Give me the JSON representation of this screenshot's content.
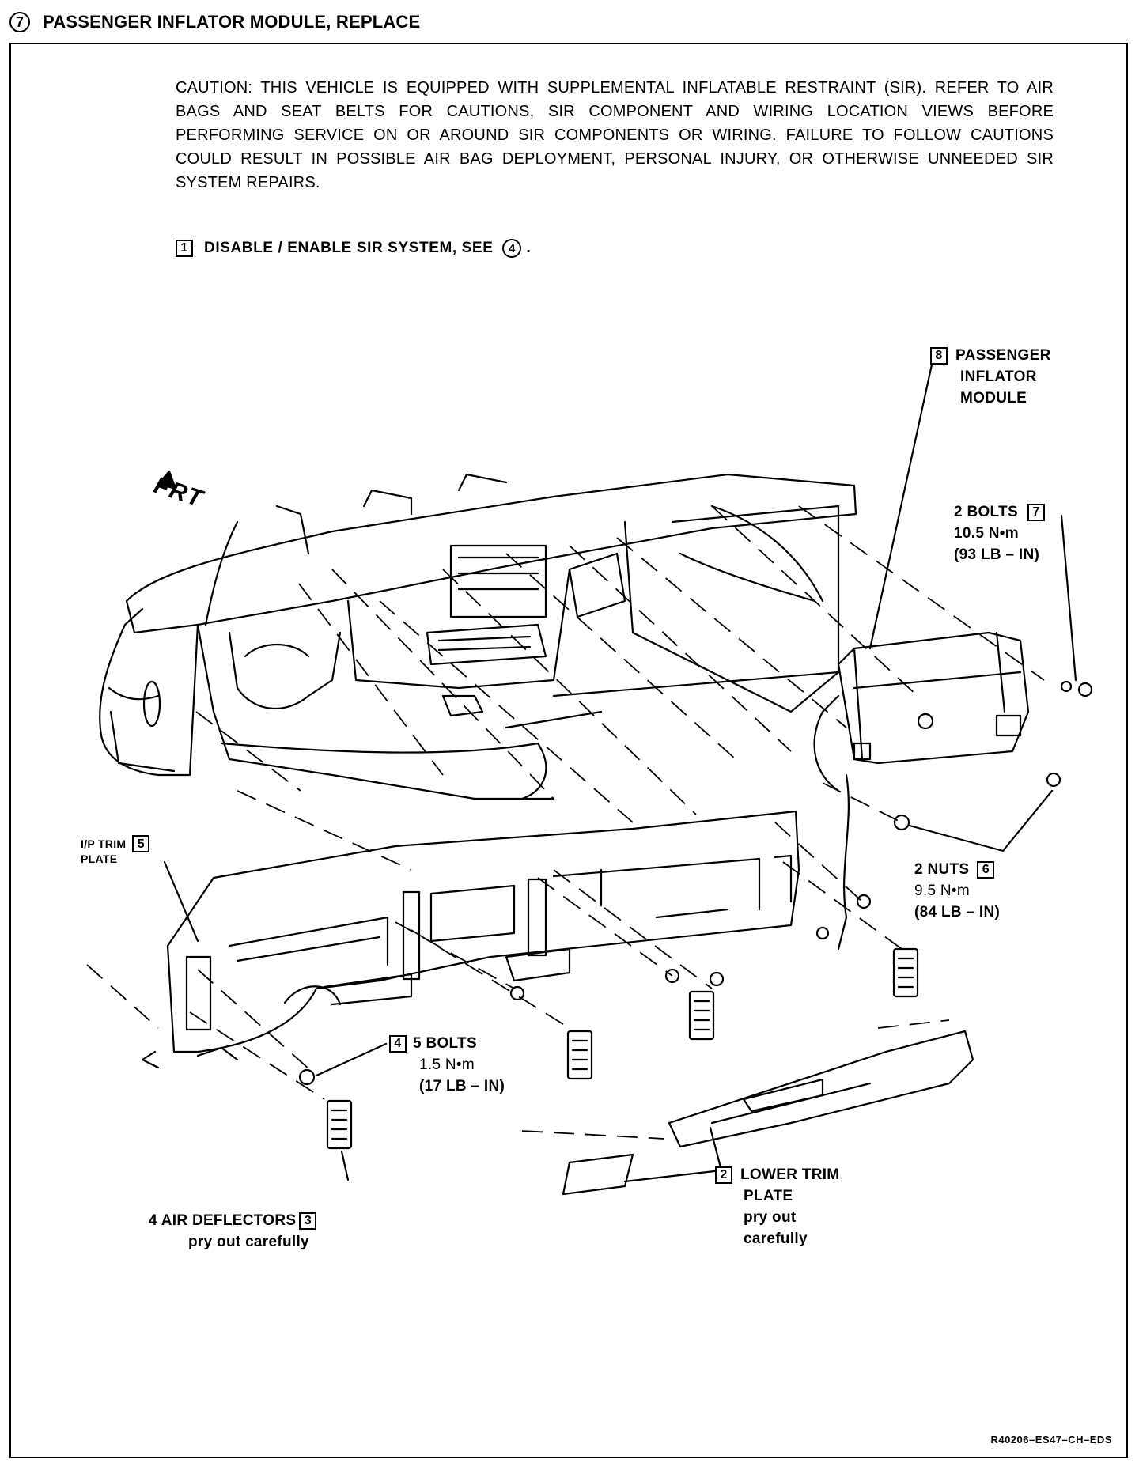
{
  "header": {
    "step_number": "7",
    "title": "PASSENGER INFLATOR MODULE, REPLACE"
  },
  "caution": "CAUTION: THIS VEHICLE IS EQUIPPED WITH SUPPLEMENTAL INFLATABLE RESTRAINT (SIR). REFER TO AIR BAGS AND SEAT BELTS FOR CAUTIONS, SIR COMPONENT AND WIRING LOCATION VIEWS BEFORE PERFORMING SERVICE ON OR AROUND SIR COMPONENTS OR WIRING. FAILURE TO FOLLOW CAUTIONS COULD RESULT IN POSSIBLE AIR BAG DEPLOYMENT, PERSONAL INJURY, OR OTHERWISE UNNEEDED SIR SYSTEM REPAIRS.",
  "step1": {
    "number": "1",
    "text": "DISABLE / ENABLE SIR SYSTEM, SEE",
    "ref": "4",
    "end": "."
  },
  "frt_label": "FRT",
  "callouts": {
    "module": {
      "number": "8",
      "line1": "PASSENGER",
      "line2": "INFLATOR",
      "line3": "MODULE"
    },
    "bolts2": {
      "number": "7",
      "line1": "2 BOLTS",
      "line2": "10.5 N•m",
      "line3": "(93 LB – IN)"
    },
    "nuts": {
      "number": "6",
      "line1": "2 NUTS",
      "line2": "9.5 N•m",
      "line3": "(84 LB – IN)"
    },
    "trim_plate": {
      "number": "5",
      "line1": "I/P TRIM",
      "line2": "PLATE"
    },
    "bolts5": {
      "number": "4",
      "line1": "5 BOLTS",
      "line2": "1.5 N•m",
      "line3": "(17 LB – IN)"
    },
    "lower_trim": {
      "number": "2",
      "line1": "LOWER TRIM",
      "line2": "PLATE",
      "line3": "pry out",
      "line4": "carefully"
    },
    "deflectors": {
      "number": "3",
      "line1": "4 AIR DEFLECTORS",
      "line2": "pry out carefully"
    }
  },
  "reference_code": "R40206–ES47–CH–EDS"
}
